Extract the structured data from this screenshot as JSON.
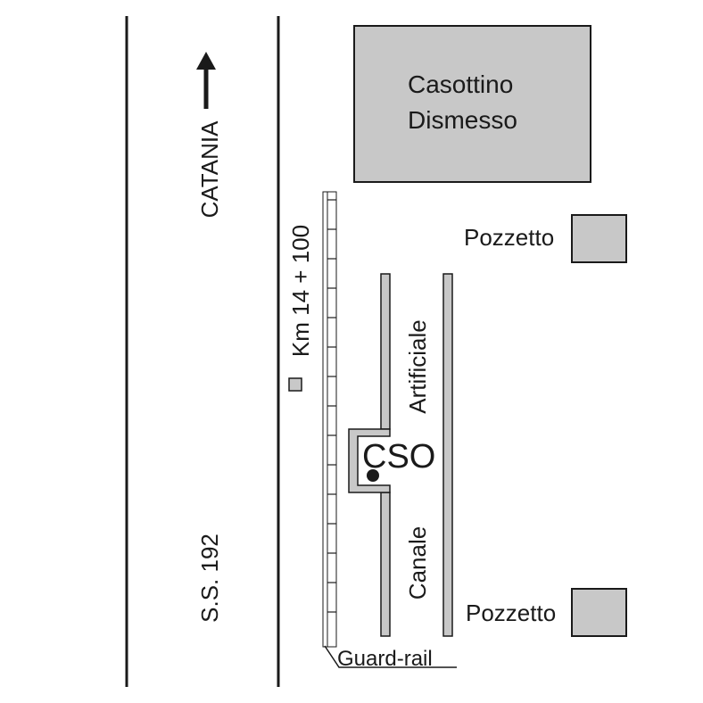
{
  "building": {
    "line1": "Casottino",
    "line2": "Dismesso"
  },
  "pozzetto_top": {
    "label": "Pozzetto"
  },
  "pozzetto_bottom": {
    "label": "Pozzetto"
  },
  "road": {
    "name": "S.S. 192",
    "direction": "CATANIA"
  },
  "km_marker": {
    "label": "Km 14 + 100"
  },
  "channel": {
    "label_top": "Artificiale",
    "label_bottom": "Canale"
  },
  "cso": {
    "label": "CSO"
  },
  "guardrail": {
    "label": "Guard-rail"
  },
  "colors": {
    "fill_gray": "#c8c8c8",
    "stroke": "#1a1a1a",
    "background": "#ffffff"
  }
}
